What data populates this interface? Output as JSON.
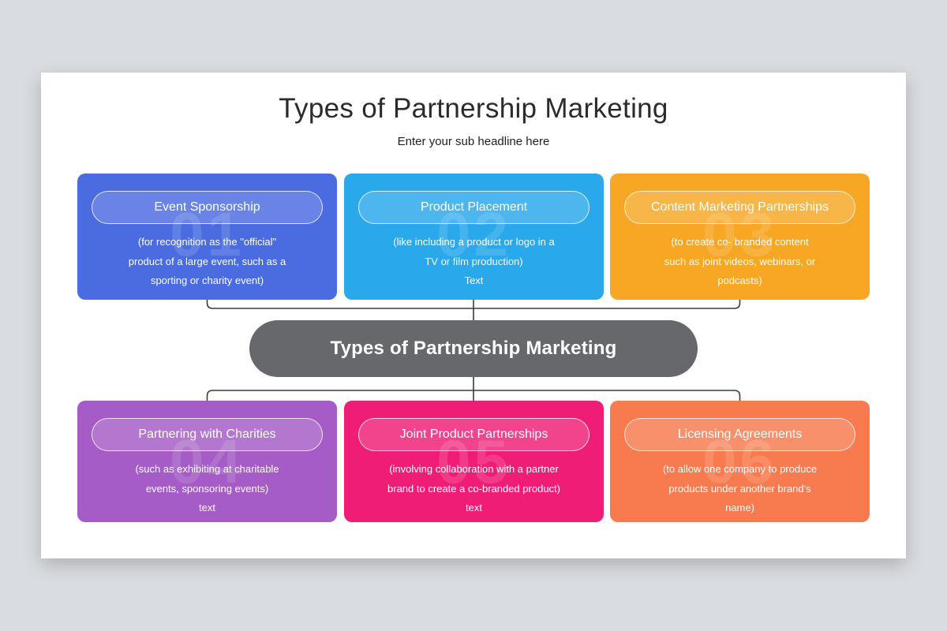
{
  "page": {
    "title": "Types of Partnership Marketing",
    "subtitle": "Enter your sub headline here"
  },
  "center_node": {
    "label": "Types of Partnership Marketing",
    "color": "#66686b"
  },
  "connector_color": "#3a3a3a",
  "slide_background": "#ffffff",
  "page_background": "#d9dce0",
  "cards": [
    {
      "number": "01",
      "title": "Event Sponsorship",
      "body": "(for recognition as the \"official\"\nproduct of a large event, such as a\nsporting or charity event)",
      "color": "#4b6ce1"
    },
    {
      "number": "02",
      "title": "Product Placement",
      "body": "(like including a product or logo in a\nTV or film production)\nText",
      "color": "#29a8ec"
    },
    {
      "number": "03",
      "title": "Content Marketing Partnerships",
      "body": "(to create co- branded content\nsuch as joint videos, webinars, or\npodcasts)",
      "color": "#f7a723"
    },
    {
      "number": "04",
      "title": "Partnering with Charities",
      "body": "(such as exhibiting at charitable\nevents, sponsoring events)\ntext",
      "color": "#a55cc6"
    },
    {
      "number": "05",
      "title": "Joint Product Partnerships",
      "body": "(involving collaboration with a partner\nbrand to create a co-branded product)\ntext",
      "color": "#f01d76"
    },
    {
      "number": "06",
      "title": "Licensing Agreements",
      "body": "(to allow one company to produce\nproducts under another brand's\nname)",
      "color": "#f87a4f"
    }
  ]
}
